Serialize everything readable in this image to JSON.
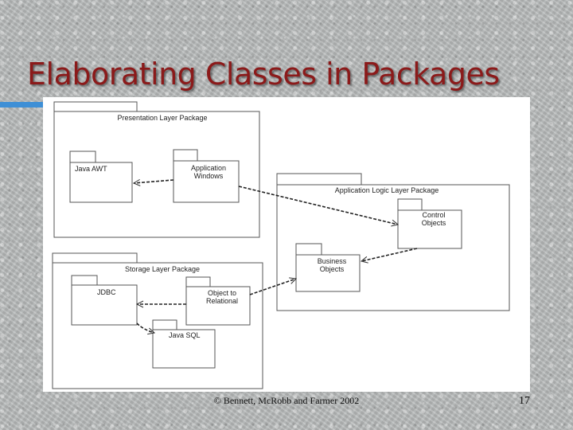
{
  "slide": {
    "title": "Elaborating Classes in Packages",
    "footer": "© Bennett, McRobb and Farmer 2002",
    "page_number": "17"
  },
  "diagram": {
    "packages": {
      "presentation_layer": "Presentation Layer Package",
      "java_awt": "Java AWT",
      "application_windows": "Application\nWindows",
      "application_logic_layer": "Application Logic Layer Package",
      "control_objects": "Control\nObjects",
      "business_objects": "Business\nObjects",
      "storage_layer": "Storage Layer Package",
      "jdbc": "JDBC",
      "object_to_relational": "Object to\nRelational",
      "java_sql": "Java SQL"
    },
    "dependencies": [
      {
        "from": "Application Windows",
        "to": "Java AWT",
        "style": "dashed"
      },
      {
        "from": "Application Windows",
        "to": "Control Objects",
        "style": "dashed"
      },
      {
        "from": "Control Objects",
        "to": "Business Objects",
        "style": "dashed"
      },
      {
        "from": "Object to Relational",
        "to": "Business Objects",
        "style": "dashed"
      },
      {
        "from": "Object to Relational",
        "to": "JDBC",
        "style": "dashed"
      },
      {
        "from": "JDBC",
        "to": "Java SQL",
        "style": "dashed"
      }
    ]
  }
}
